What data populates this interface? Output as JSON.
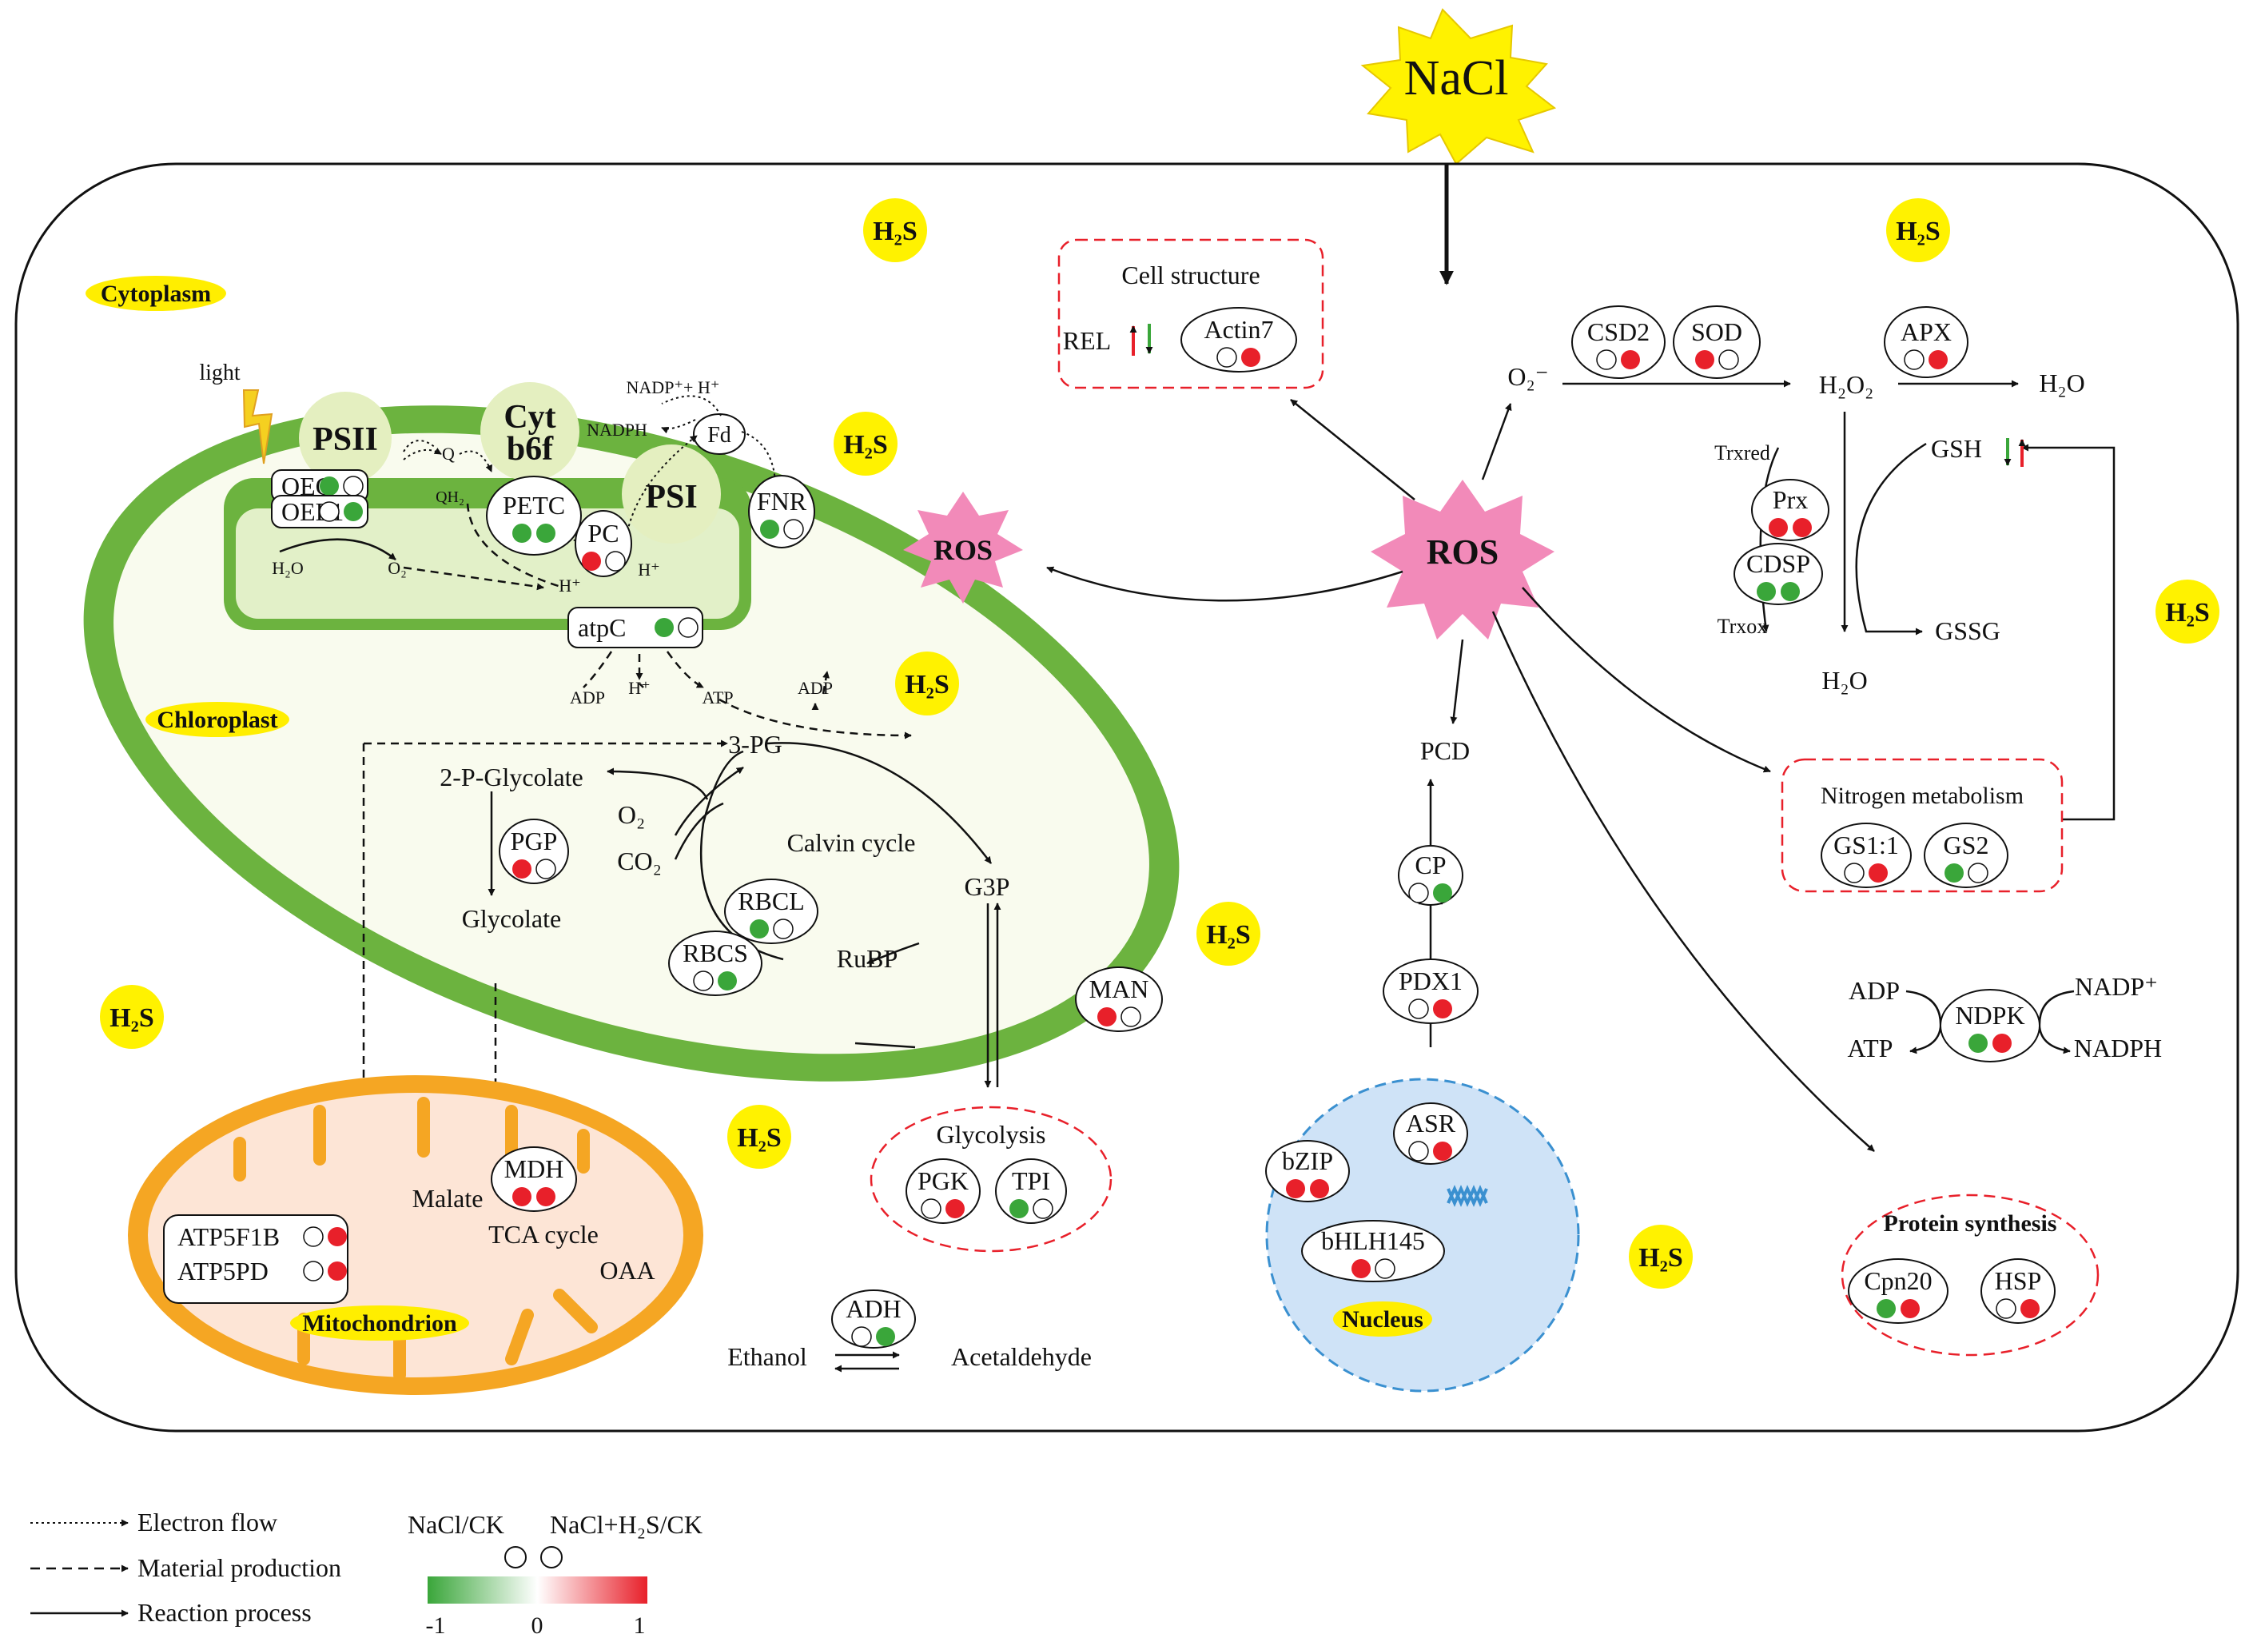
{
  "colors": {
    "red": "#e8202a",
    "green": "#3aa63a",
    "h2s_yellow": "#fff200",
    "compartment_yellow": "#ffee00",
    "chloroplast_green": "#6cb33f",
    "chloroplast_fill": "#f9fbee",
    "thylakoid_fill": "#e2f0c8",
    "mito_orange": "#f5a623",
    "mito_fill": "#fde5d6",
    "nucleus_fill": "#cfe3f7",
    "nucleus_border": "#3a90d0",
    "ros_pink": "#f28ab9",
    "box_dash_red": "#e8202a"
  },
  "labels": {
    "nacl": "NaCl",
    "h2s": "H₂S",
    "cytoplasm": "Cytoplasm",
    "chloroplast": "Chloroplast",
    "mitochondrion": "Mitochondrion",
    "nucleus": "Nucleus",
    "light": "light",
    "psii": "PSII",
    "cyt_b6f_1": "Cyt",
    "cyt_b6f_2": "b6f",
    "psi": "PSI",
    "fd": "Fd",
    "nadp_h": "NADP⁺+ H⁺",
    "nadph_small": "NADPH",
    "q": "Q",
    "qh2": "QH₂",
    "h2o_small": "H₂O",
    "o2_small": "O₂",
    "h_plus": "H⁺",
    "adp": "ADP",
    "atp": "ATP",
    "pg3": "3-PG",
    "p_glycolate": "2-P-Glycolate",
    "glycolate": "Glycolate",
    "o2": "O₂",
    "co2": "CO₂",
    "calvin": "Calvin cycle",
    "g3p": "G3P",
    "rubp": "RuBP",
    "malate": "Malate",
    "tca": "TCA cycle",
    "oaa": "OAA",
    "glycolysis": "Glycolysis",
    "ethanol": "Ethanol",
    "acetaldehyde": "Acetaldehyde",
    "ros": "ROS",
    "o2_minus": "O₂⁻",
    "h2o2": "H₂O₂",
    "h2o": "H₂O",
    "gsh": "GSH",
    "gssg": "GSSG",
    "trx_red": "Trxred",
    "trx_ox": "Trxox",
    "pcd": "PCD",
    "cell_structure": "Cell structure",
    "rel": "REL",
    "nitrogen_metabolism": "Nitrogen metabolism",
    "protein_synthesis": "Protein synthesis",
    "adp_r": "ADP",
    "atp_r": "ATP",
    "nadp_r": "NADP⁺",
    "nadph_r": "NADPH"
  },
  "proteins": [
    {
      "name": "OEC",
      "left": "green",
      "right": "empty"
    },
    {
      "name": "OEE1",
      "left": "empty",
      "right": "green"
    },
    {
      "name": "PETC",
      "left": "green",
      "right": "green"
    },
    {
      "name": "PC",
      "left": "red",
      "right": "empty"
    },
    {
      "name": "FNR",
      "left": "green",
      "right": "empty"
    },
    {
      "name": "atpC",
      "left": "green",
      "right": "empty"
    },
    {
      "name": "PGP",
      "left": "red",
      "right": "empty"
    },
    {
      "name": "RBCL",
      "left": "green",
      "right": "empty"
    },
    {
      "name": "RBCS",
      "left": "empty",
      "right": "green"
    },
    {
      "name": "MDH",
      "left": "red",
      "right": "red"
    },
    {
      "name": "ATP5F1B",
      "left": "empty",
      "right": "red"
    },
    {
      "name": "ATP5PD",
      "left": "empty",
      "right": "red"
    },
    {
      "name": "MAN",
      "left": "red",
      "right": "empty"
    },
    {
      "name": "PGK",
      "left": "empty",
      "right": "red"
    },
    {
      "name": "TPI",
      "left": "green",
      "right": "empty"
    },
    {
      "name": "ADH",
      "left": "empty",
      "right": "green"
    },
    {
      "name": "Actin7",
      "left": "empty",
      "right": "red"
    },
    {
      "name": "CSD2",
      "left": "empty",
      "right": "red"
    },
    {
      "name": "SOD",
      "left": "red",
      "right": "empty"
    },
    {
      "name": "APX",
      "left": "empty",
      "right": "red"
    },
    {
      "name": "Prx",
      "left": "red",
      "right": "red"
    },
    {
      "name": "CDSP",
      "left": "green",
      "right": "green"
    },
    {
      "name": "CP",
      "left": "empty",
      "right": "green"
    },
    {
      "name": "PDX1",
      "left": "empty",
      "right": "red"
    },
    {
      "name": "ASR",
      "left": "empty",
      "right": "red"
    },
    {
      "name": "bZIP",
      "left": "red",
      "right": "red"
    },
    {
      "name": "bHLH145",
      "left": "red",
      "right": "empty"
    },
    {
      "name": "GS1:1",
      "left": "empty",
      "right": "red"
    },
    {
      "name": "GS2",
      "left": "green",
      "right": "empty"
    },
    {
      "name": "NDPK",
      "left": "green",
      "right": "red"
    },
    {
      "name": "Cpn20",
      "left": "green",
      "right": "red"
    },
    {
      "name": "HSP",
      "left": "empty",
      "right": "red"
    }
  ],
  "legend": {
    "electron_flow": "Electron flow",
    "material_production": "Material production",
    "reaction_process": "Reaction process",
    "ratio_1": "NaCl/CK",
    "ratio_2": "NaCl+H₂S/CK",
    "scale_min": "-1",
    "scale_mid": "0",
    "scale_max": "1"
  }
}
